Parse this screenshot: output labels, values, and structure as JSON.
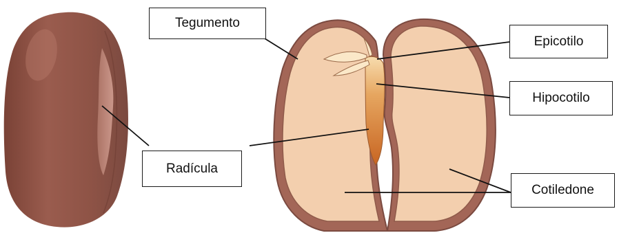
{
  "labels": {
    "tegumento": "Tegumento",
    "epicotilo": "Epicotilo",
    "hipocotilo": "Hipocotilo",
    "radicula": "Radícula",
    "cotiledone": "Cotiledone"
  },
  "colors": {
    "seed_coat_outer": "#8e5346",
    "seed_coat_highlight": "#c48d80",
    "seed_coat_edge": "#7b4a40",
    "cotyledon_fill": "#f3cfae",
    "cotyledon_border": "#8f5a4a",
    "embryo_top": "#f7d9a8",
    "embryo_bottom": "#c96a26",
    "line": "#111111"
  }
}
